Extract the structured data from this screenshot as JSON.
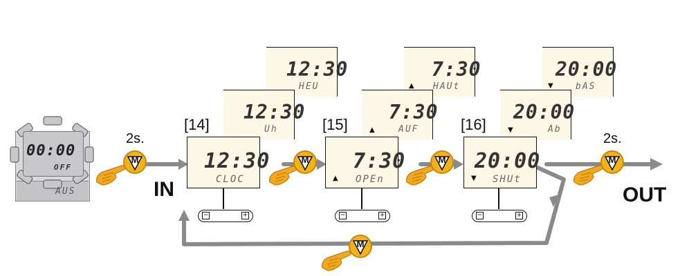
{
  "steps": [
    {
      "label": "[14]",
      "time": "12:30",
      "mode": "CLOC",
      "layers": [
        {
          "time": "12:30",
          "mode": "Uh"
        },
        {
          "time": "12:30",
          "mode": "HEU"
        }
      ]
    },
    {
      "label": "[15]",
      "time": "7:30",
      "mode": "OPEn",
      "layers": [
        {
          "time": "7:30",
          "mode": "AUF"
        },
        {
          "time": "7:30",
          "mode": "HAUt"
        }
      ]
    },
    {
      "label": "[16]",
      "time": "20:00",
      "mode": "SHUt",
      "layers": [
        {
          "time": "20:00",
          "mode": "Ab"
        },
        {
          "time": "20:00",
          "mode": "bAS"
        }
      ]
    }
  ],
  "off_display": {
    "time": "00:00",
    "status": "OFF",
    "lower": "AUS"
  },
  "in_label": "IN",
  "out_label": "OUT",
  "hold_in": "2s.",
  "hold_out": "2s.",
  "button_letter": "M",
  "button_minus": "−",
  "button_plus": "+",
  "colors": {
    "lcd_bg": "#fdf7e6",
    "arrow": "#8a8a8a",
    "button": "#f2b21c",
    "hand": "#f2a81e"
  }
}
